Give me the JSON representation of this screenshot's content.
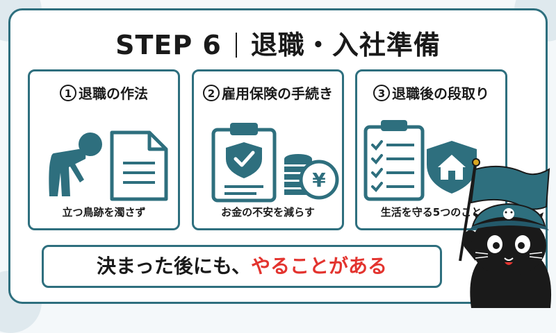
{
  "title": {
    "step": "STEP 6",
    "topic": "退職・入社準備"
  },
  "cards": [
    {
      "number": "1",
      "label": "退職の作法",
      "caption": "立つ鳥跡を濁さず",
      "icon": "bowing-person-document-icon"
    },
    {
      "number": "2",
      "label": "雇用保険の手続き",
      "caption": "お金の不安を減らす",
      "icon": "clipboard-shield-coins-icon"
    },
    {
      "number": "3",
      "label": "退職後の段取り",
      "caption": "生活を守る5つのこと",
      "icon": "checklist-house-shield-icon"
    }
  ],
  "banner": {
    "text_plain": "決まった後にも、",
    "text_highlight": "やることがある"
  },
  "colors": {
    "accent": "#2e6f7e",
    "highlight": "#e3342f",
    "text": "#1a1a1a",
    "background": "#f4f8fa"
  }
}
